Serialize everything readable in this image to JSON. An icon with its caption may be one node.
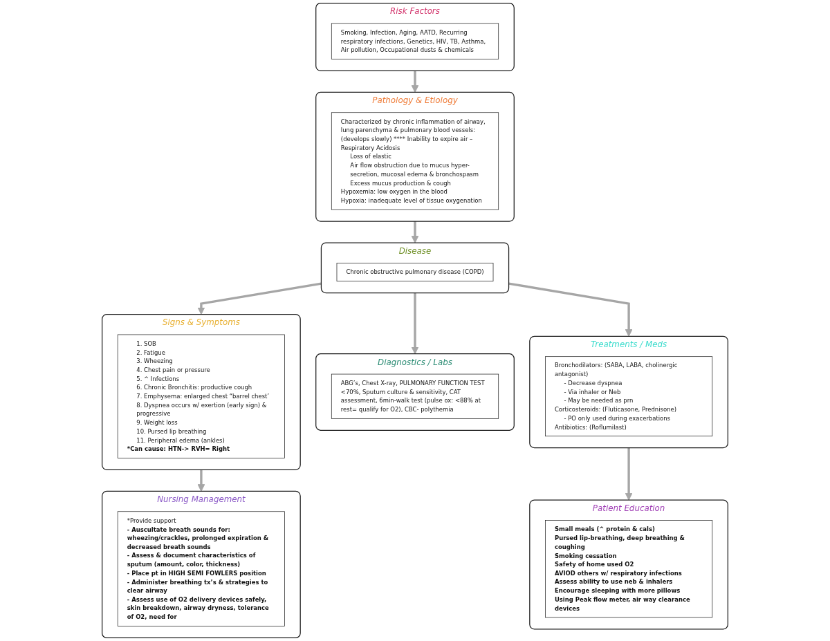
{
  "diagram": {
    "nodes": [
      {
        "text": [
          "Risk Factors"
        ]
      },
      {
        "text": [
          "Smoking, Infection, Aging, AATD, Recurring respiratory infections, Genetics, HIV, TB, Asthma, Air pollution, Occupational dusts & chemicals"
        ],
        "in": 0
      },
      {
        "text": [
          "Pathology & Etiology"
        ]
      },
      {
        "text": [
          "Characterized by chronic inflammation of airway, lung parenchyma & pulmonary blood vessels: (develops slowly) **** Inability to expire air – Respiratory Acidosis",
          "Loss of elastic",
          "Air flow obstruction due to mucus hyper-secretion, mucosal edema & bronchospasm",
          "Excess mucus production & cough",
          "Hypoxemia: low oxygen in the blood",
          "Hypoxia: inadequate level of tissue oxygenation"
        ],
        "in": 2
      },
      {
        "text": [
          "Signs & Symptoms"
        ]
      },
      {
        "text": [
          "1. SOB",
          "2. Fatigue",
          "3. Wheezing",
          "4. Chest pain or pressure",
          "5. ^ Infections",
          "6. Chronic Bronchitis: productive cough",
          "7. Emphysema: enlarged chest “barrel chest’",
          "8. Dyspnea occurs w/ exertion (early sign) & progressive",
          "9. Weight loss",
          "10. Pursed lip breathing",
          "11. Peripheral edema (ankles)",
          "*Can cause: HTN-> RVH= Right"
        ],
        "in": 4
      },
      {
        "text": [
          "Disease"
        ]
      },
      {
        "text": [
          "Chronic obstructive pulmonary disease (COPD)"
        ],
        "in": 6
      },
      {
        "text": [
          "Treatments / Meds"
        ]
      },
      {
        "text": [
          "Bronchodilators: (SABA, LABA, cholinergic antagonist)",
          "- Decrease dyspnea",
          "- Via inhaler or Neb",
          "- May be needed as prn",
          "Corticosteroids: (Fluticasone, Prednisone)",
          "- PO only used during exacerbations",
          "Antibiotics: (Roflumilast)"
        ],
        "in": 8
      },
      {
        "text": [
          "Diagnostics / Labs"
        ]
      },
      {
        "text": [
          "ABG’s, Chest X-ray, PULMONARY FUNCTION TEST <70%, Sputum culture & sensitivity, CAT assessment, 6min-walk test (pulse ox: <88% at rest= qualify for O2), CBC- polythemia"
        ],
        "in": 10
      },
      {
        "text": [
          "Nursing Management"
        ]
      },
      {
        "text": [
          "*Provide support",
          "- Auscultate breath sounds for: wheezing/crackles, prolonged expiration & decreased breath sounds",
          "- Assess & document characteristics of sputum (amount, color, thickness)",
          "- Place pt in HIGH SEMI FOWLERS position",
          "- Administer breathing tx’s & strategies to clear airway",
          "- Assess use of O2 delivery devices safely, skin breakdown, airway dryness, tolerance of O2, need for"
        ],
        "in": 12
      },
      {
        "text": [
          "Patient Education"
        ]
      },
      {
        "text": [
          "Small meals (^ protein & cals)",
          "Pursed lip-breathing, deep breathing & coughing",
          "Smoking cessation",
          "Safety of home used O2",
          "AVIOD others w/ respiratory infections",
          "Assess ability to use neb & inhalers",
          "Encourage sleeping with more pillows",
          "Using Peak flow meter, air way clearance devices"
        ],
        "in": 14
      }
    ],
    "edges": [
      {
        "from": 0,
        "to": 2,
        "arrow": "to"
      },
      {
        "from": 2,
        "to": 6,
        "arrow": "to"
      },
      {
        "from": 6,
        "to": 4,
        "arrow": "to"
      },
      {
        "from": 6,
        "to": 8,
        "arrow": "to"
      },
      {
        "from": 6,
        "to": 10,
        "arrow": "to"
      },
      {
        "from": 4,
        "to": 12,
        "arrow": "to"
      },
      {
        "from": 8,
        "to": 14,
        "arrow": "to"
      }
    ]
  }
}
